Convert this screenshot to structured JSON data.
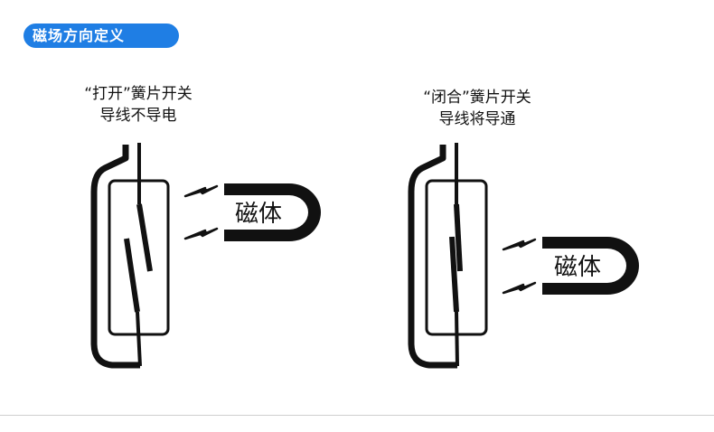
{
  "header": {
    "title": "磁场方向定义"
  },
  "left_panel": {
    "caption_line1": "“打开”簧片开关",
    "caption_line2": "导线不导电",
    "magnet_label": "磁体",
    "state": "open"
  },
  "right_panel": {
    "caption_line1": "“闭合”簧片开关",
    "caption_line2": "导线将导通",
    "magnet_label": "磁体",
    "state": "closed"
  },
  "colors": {
    "accent": "#1f7ee4",
    "ink": "#111111"
  }
}
